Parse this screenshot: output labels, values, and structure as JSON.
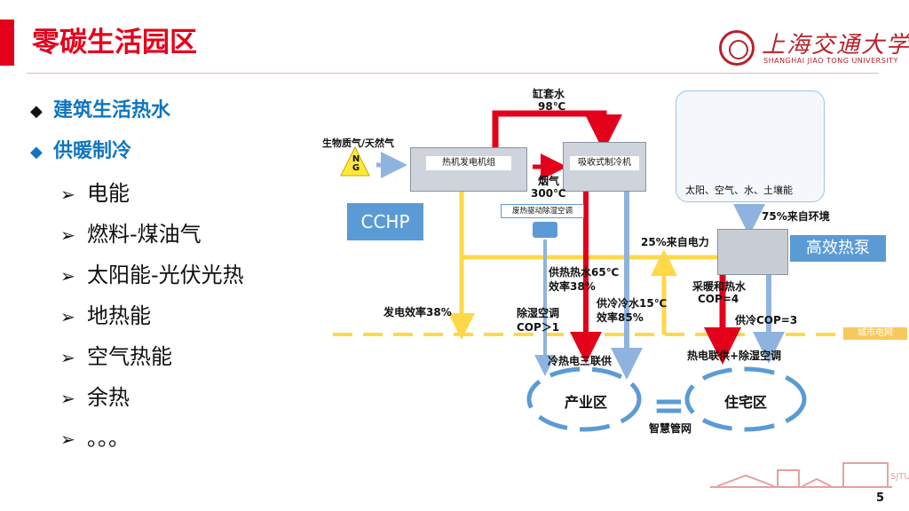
{
  "title": "零碳生活园区",
  "logo": {
    "cn": "上海交通大学",
    "en": "SHANGHAI JIAO TONG UNIVERSITY"
  },
  "bullets": [
    {
      "label": "建筑生活热水"
    },
    {
      "label": "供暖制冷"
    }
  ],
  "subitems": [
    "电能",
    "燃料-煤油气",
    "太阳能-光伏光热",
    "地热能",
    "空气热能",
    "余热",
    "。。。"
  ],
  "diagram": {
    "fuel": "生物质气/天然气",
    "ng": "N\nG",
    "engine": "热机发电机组",
    "absorption": "吸收式制冷机",
    "jacket_water": "缸套水",
    "jacket_temp": "98℃",
    "flue": "烟气",
    "flue_temp": "300℃",
    "cchp": "CCHP",
    "waste_heat_box": "废热驱动除湿空调",
    "supply_heat": "供热热水65℃",
    "eff_heat": "效率38%",
    "supply_cold": "供冷冷水15℃",
    "eff_cold": "效率85%",
    "dehum": "除湿空调",
    "dehum_cop": "COP＞1",
    "gen_eff": "发电效率38%",
    "trigen": "冷热电三联供",
    "nature": "太阳、空气、水、土壤能",
    "env75": "75%来自环境",
    "elec25": "25%来自电力",
    "heatpump": "高效热泵",
    "warm": "采暖和热水",
    "warm_cop": "COP=4",
    "cool_cop": "供冷COP=3",
    "city_grid": "城市电网",
    "combo": "热电联供+除湿空调",
    "industry": "产业区",
    "residential": "住宅区",
    "smart_grid": "智慧管网",
    "equals": "="
  },
  "sjtu_mark": "SJTU",
  "page_number": "5",
  "colors": {
    "accent": "#e3001b",
    "blue": "#0e75c2",
    "pipe_blue": "#8fb3df",
    "pipe_red": "#e3001b",
    "grid_yellow": "#ffd84a"
  }
}
